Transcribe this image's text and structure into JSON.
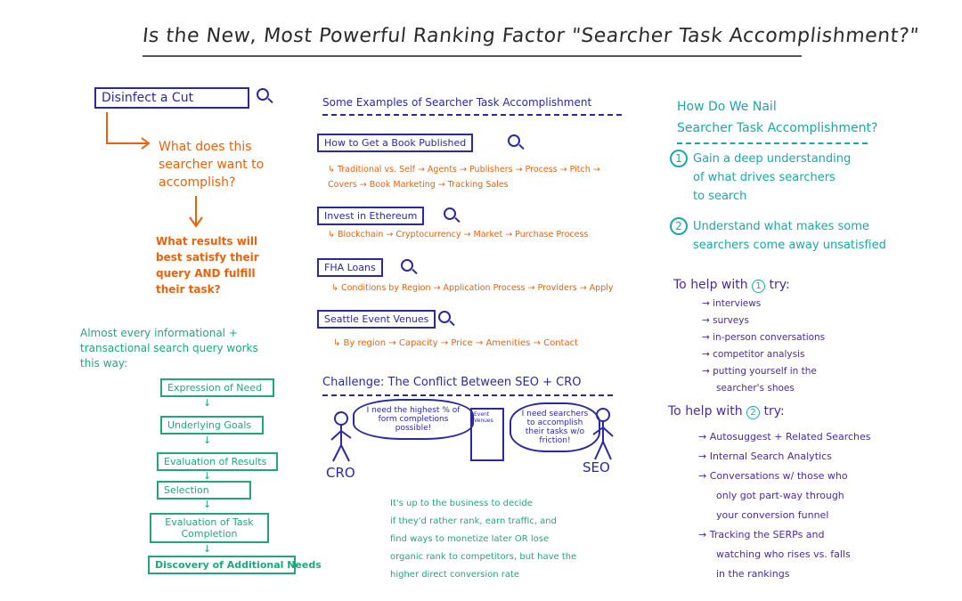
{
  "title": "Is the New, Most Powerful Ranking Factor \"Searcher Task Accomplishment?\"",
  "left": {
    "query_box": "Disinfect a Cut",
    "q1": [
      "What does this",
      "searcher want to",
      "accomplish?"
    ],
    "q2": [
      "What results will",
      "best satisfy their",
      "query AND fulfill",
      "their task?"
    ],
    "almost": [
      "Almost every informational +",
      "transactional search query works",
      "this way:"
    ],
    "steps": [
      "Expression of Need",
      "Underlying Goals",
      "Evaluation of Results",
      "Selection",
      "Evaluation of Task Completion",
      "Discovery of Additional Needs"
    ]
  },
  "middle": {
    "heading": "Some Examples of Searcher Task Accomplishment",
    "examples": [
      {
        "query": "How to Get a Book Published",
        "path": "↳ Traditional vs. Self → Agents → Publishers → Process → Pitch → Covers → Book Marketing → Tracking Sales"
      },
      {
        "query": "Invest in Ethereum",
        "path": "↳ Blockchain → Cryptocurrency → Market → Purchase Process"
      },
      {
        "query": "FHA Loans",
        "path": "↳ Conditions by Region → Application Process → Providers → Apply"
      },
      {
        "query": "Seattle Event Venues",
        "path": "↳ By region → Capacity → Price → Amenities → Contact"
      }
    ],
    "challenge": "Challenge: The Conflict Between SEO + CRO",
    "cro_bubble": "I need the highest % of form completions possible!",
    "seo_bubble": "I need searchers to accomplish their tasks w/o friction!",
    "form_label": "Event Venues",
    "cro_label": "CRO",
    "seo_label": "SEO",
    "conclusion": [
      "It's up to the business to decide",
      "if they'd rather rank, earn traffic, and",
      "find ways to monetize later OR lose",
      "organic rank to competitors, but have the",
      "higher direct conversion rate"
    ]
  },
  "right": {
    "heading": [
      "How Do We Nail",
      "Searcher Task Accomplishment?"
    ],
    "point1": [
      "Gain a deep understanding",
      "of what drives searchers",
      "to search"
    ],
    "point2": [
      "Understand what makes some",
      "searchers come away unsatisfied"
    ],
    "help1_pre": "To help with",
    "help1_num": "1",
    "help_post": "try:",
    "help1_items": [
      "→ interviews",
      "→ surveys",
      "→ in-person conversations",
      "→ competitor analysis",
      "→ putting yourself in the",
      "searcher's shoes"
    ],
    "help2_pre": "To help with",
    "help2_num": "2",
    "help2_items": [
      "→ Autosuggest + Related Searches",
      "→ Internal Search Analytics",
      "→ Conversations w/ those who",
      "only got part-way through",
      "your conversion funnel",
      "→ Tracking the SERPs and",
      "watching who rises vs. falls",
      "in the rankings"
    ],
    "num1": "1",
    "num2": "2"
  }
}
